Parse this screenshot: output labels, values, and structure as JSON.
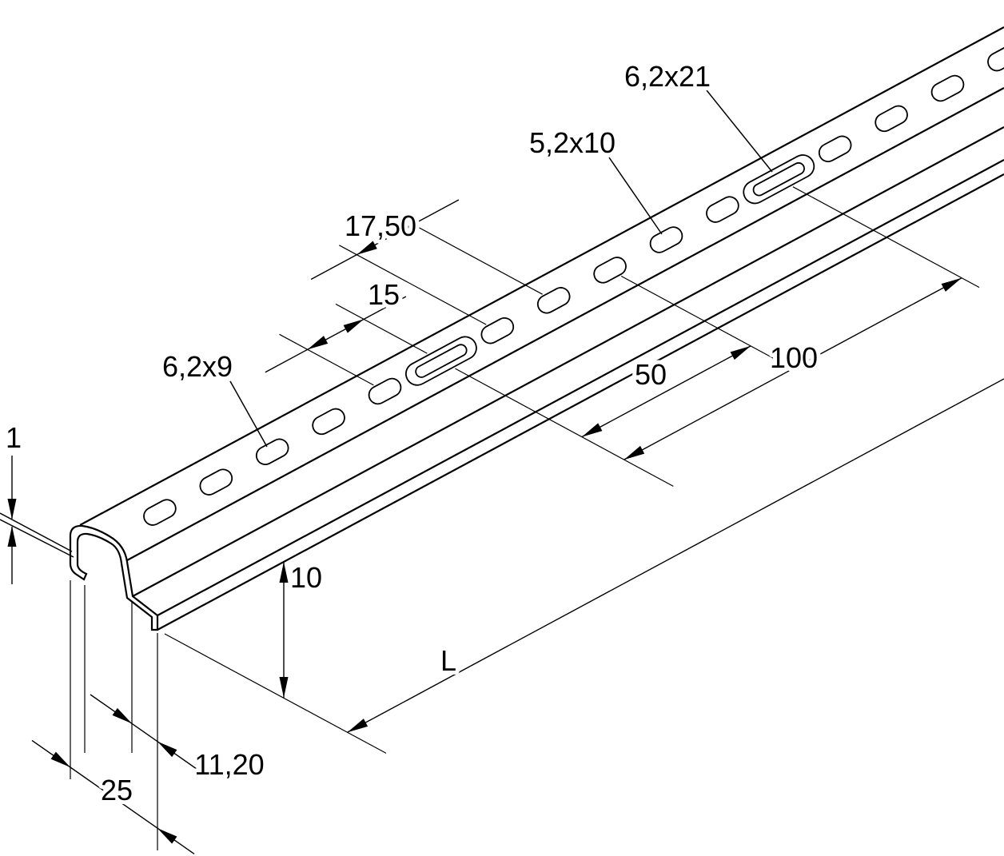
{
  "drawing": {
    "labels": {
      "slot_large": "6,2x21",
      "slot_small": "5,2x10",
      "slot_tiny": "6,2x9",
      "pitch_a": "17,50",
      "pitch_b": "15",
      "spacing_100": "100",
      "spacing_50": "50",
      "thickness": "1",
      "lip_height": "10",
      "length": "L",
      "flange_width": "11,20",
      "profile_width": "25"
    },
    "colors": {
      "line": "#000000",
      "background": "#ffffff"
    }
  }
}
